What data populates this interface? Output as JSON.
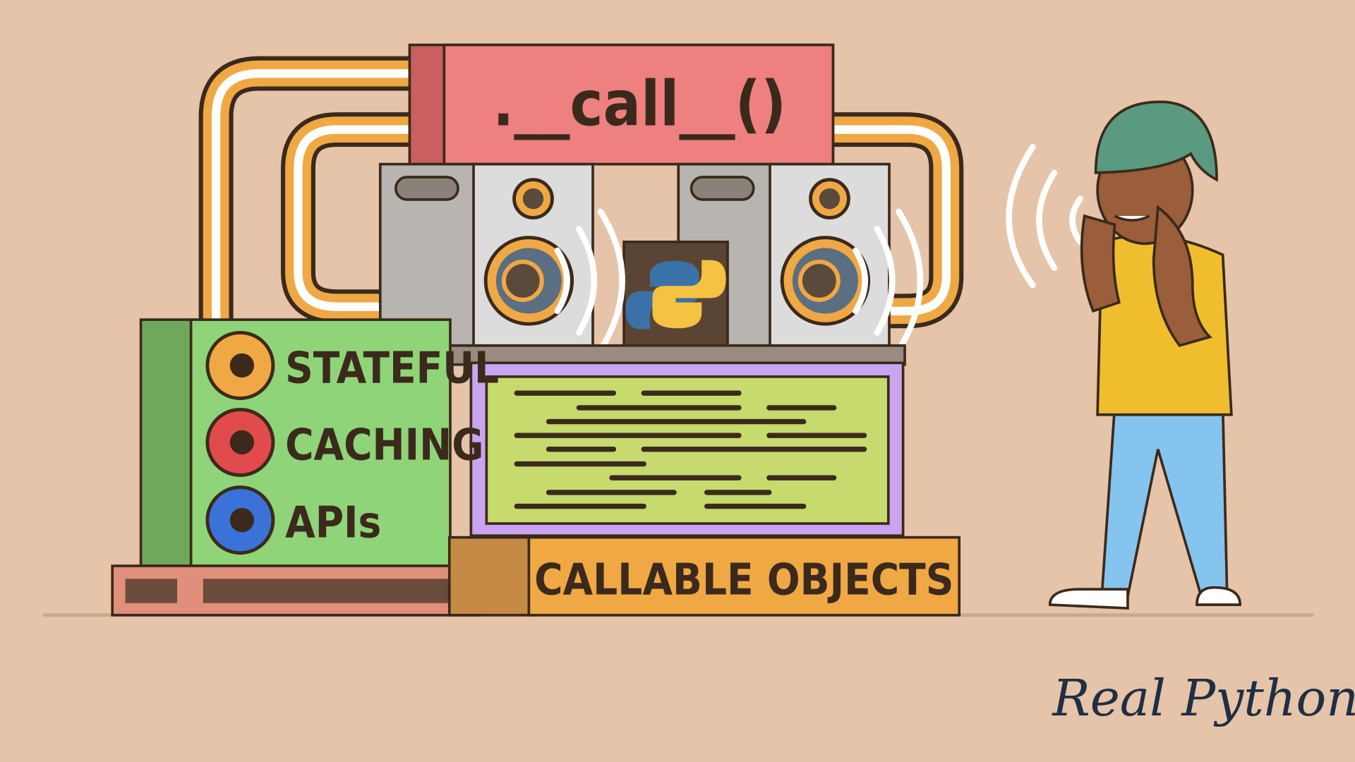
{
  "banner": {
    "method_sign": ".__call__()",
    "features": [
      "STATEFUL",
      "CACHING",
      "APIs"
    ],
    "feature_colors": [
      "#f0a844",
      "#e24b4b",
      "#3a72d8"
    ],
    "footer_sign": "CALLABLE OBJECTS",
    "logo_text": "Real Python"
  },
  "colors": {
    "background": "#e5c4a9",
    "sign_red": "#ef8080",
    "panel_green": "#8fd479",
    "screen_green": "#c6da6e",
    "panel_purple": "#c9a4ef",
    "sign_orange": "#f0a844",
    "outline": "#3b2a1c"
  }
}
